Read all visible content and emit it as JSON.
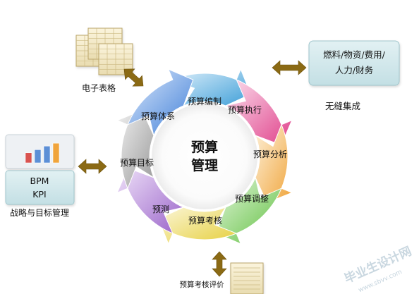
{
  "center": {
    "line1": "预算",
    "line2": "管理"
  },
  "segments": [
    {
      "label": "预算编制",
      "color": "#3f9fd8",
      "light": "#dff0fb"
    },
    {
      "label": "预算执行",
      "color": "#e0418a",
      "light": "#fbe0ee"
    },
    {
      "label": "预算分析",
      "color": "#f0a43a",
      "light": "#fdf0d8"
    },
    {
      "label": "预算调整",
      "color": "#5fbf3e",
      "light": "#e3f6dc"
    },
    {
      "label": "预算考核",
      "color": "#e6cf3c",
      "light": "#fbf6d8"
    },
    {
      "label": "预测",
      "color": "#9a63c9",
      "light": "#efe2f9"
    },
    {
      "label": "预算目标",
      "color": "#9a9a9a",
      "light": "#f0f0f0"
    },
    {
      "label": "预算体系",
      "color": "#3f7fd8",
      "light": "#dde9fb"
    }
  ],
  "nodes": {
    "spreadsheet": "电子表格",
    "integration_box": "燃料/物资/费用/\n人力/财务",
    "integration_caption": "无缝集成",
    "strategy_box": "BPM\nKPI",
    "strategy_caption": "战略与目标管理",
    "evaluation_caption": "预算考核评价"
  },
  "watermark": {
    "main": "毕业生设计网",
    "url": "www.sbvv.com"
  },
  "colors": {
    "arrow": "#8b6a14",
    "box_fill": "#cfe6ea"
  }
}
